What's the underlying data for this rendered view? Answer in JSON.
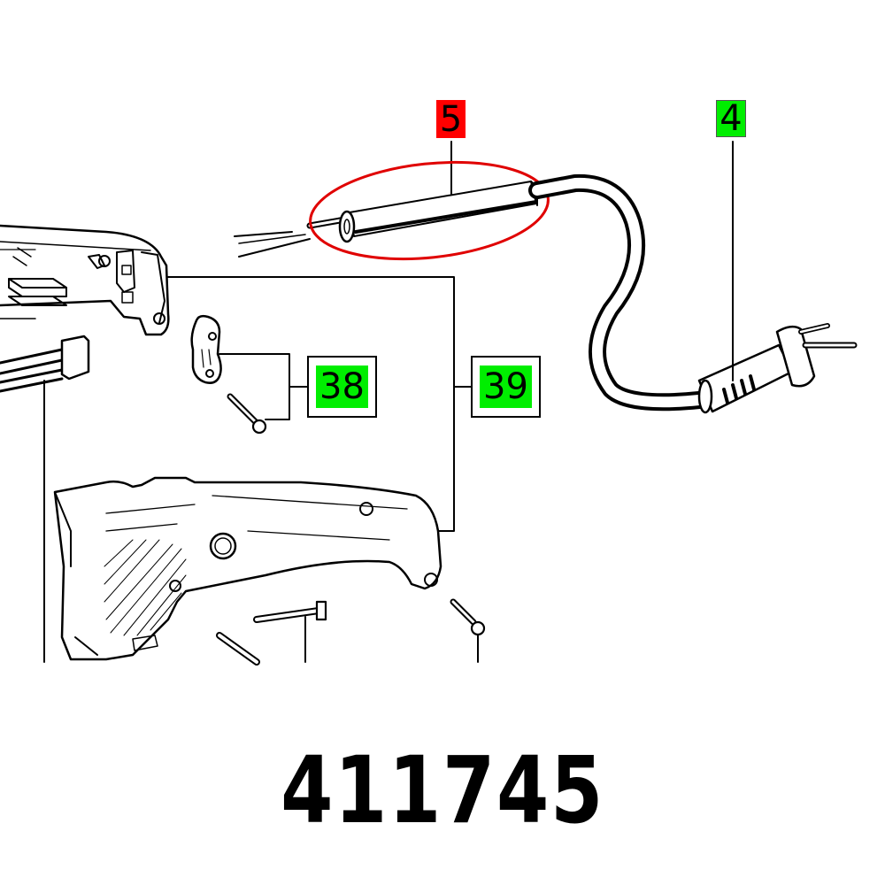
{
  "diagram": {
    "type": "exploded-parts-diagram",
    "part_number": "411745",
    "highlighted_part": "5",
    "colors": {
      "highlight": "#ff0000",
      "available": "#00ee00",
      "line": "#000000",
      "background": "#ffffff"
    },
    "callouts": [
      {
        "id": "callout-5",
        "label": "5",
        "style": "plain",
        "fill": "#ff0000",
        "component": "cable strain relief sleeve",
        "highlighted": true
      },
      {
        "id": "callout-4",
        "label": "4",
        "style": "plain",
        "fill": "#00ee00",
        "component": "power cord with plug",
        "highlighted": false
      },
      {
        "id": "callout-38",
        "label": "38",
        "style": "boxed",
        "fill": "#00ee00",
        "component": "cable clamp with screw",
        "highlighted": false
      },
      {
        "id": "callout-39",
        "label": "39",
        "style": "boxed",
        "fill": "#00ee00",
        "component": "handle housing shell",
        "highlighted": false
      }
    ]
  }
}
